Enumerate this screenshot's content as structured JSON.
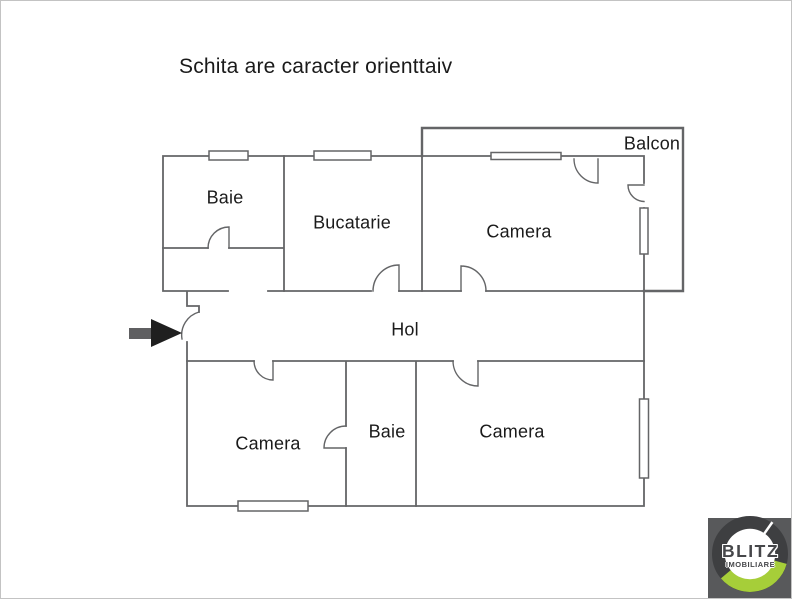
{
  "title": "Schita are caracter orienttaiv",
  "rooms": [
    {
      "label": "Baie"
    },
    {
      "label": "Bucatarie"
    },
    {
      "label": "Camera"
    },
    {
      "label": "Balcon"
    },
    {
      "label": "Hol"
    },
    {
      "label": "Camera"
    },
    {
      "label": "Baie"
    },
    {
      "label": "Camera"
    }
  ],
  "entrance": {
    "icon": "entrance-arrow-icon",
    "direction": "right"
  },
  "logo": {
    "brand": "BLITZ",
    "subtitle": "IMOBILIARE"
  },
  "colors": {
    "wall": "#646567",
    "text": "#1b1b1b",
    "background": "#ffffff",
    "arrow_tail": "#5f5f61",
    "arrow_head": "#1f1f1f",
    "logo_square": "#58595b",
    "logo_ring": "#3e3f41",
    "logo_accent": "#a6ce39"
  }
}
